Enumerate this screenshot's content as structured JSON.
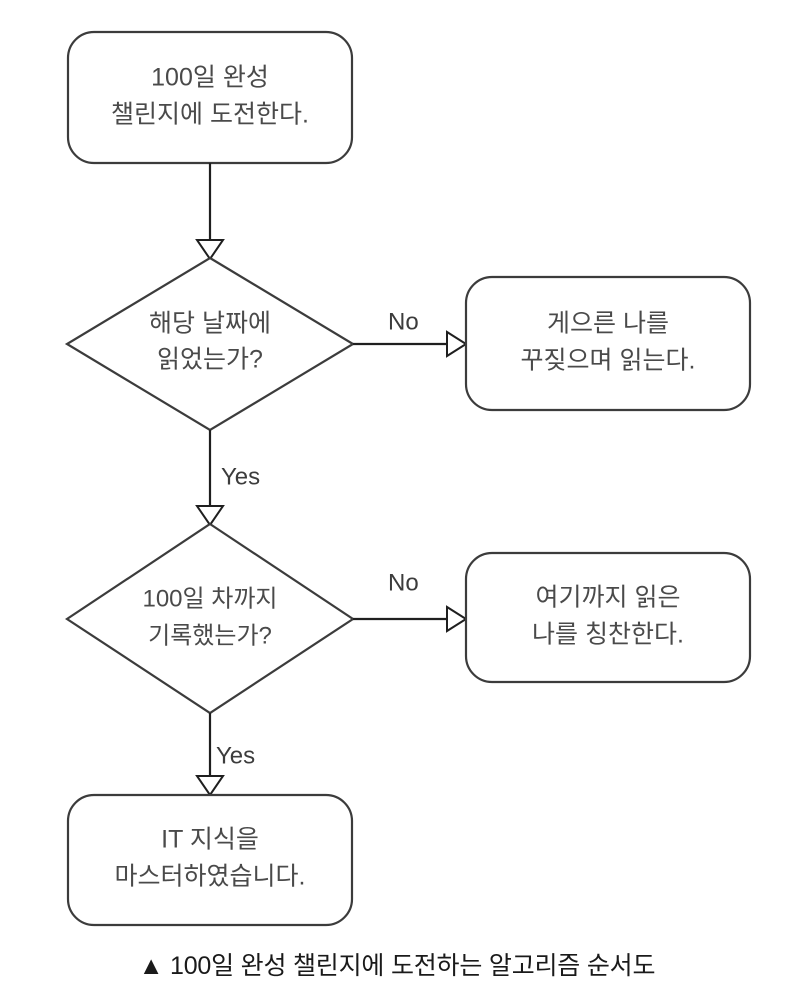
{
  "diagram": {
    "type": "flowchart",
    "caption": "▲ 100일 완성 챌린지에 도전하는 알고리즘 순서도",
    "nodes": [
      {
        "id": "start",
        "shape": "rounded-rectangle",
        "line1": "100일 완성",
        "line2": "챌린지에 도전한다."
      },
      {
        "id": "decision-read",
        "shape": "diamond",
        "line1": "해당 날짜에",
        "line2": "읽었는가?"
      },
      {
        "id": "action-scold",
        "shape": "rounded-rectangle",
        "line1": "게으른 나를",
        "line2": "꾸짖으며 읽는다."
      },
      {
        "id": "decision-record",
        "shape": "diamond",
        "line1": "100일 차까지",
        "line2": "기록했는가?"
      },
      {
        "id": "action-praise",
        "shape": "rounded-rectangle",
        "line1": "여기까지 읽은",
        "line2": "나를 칭찬한다."
      },
      {
        "id": "end-master",
        "shape": "rounded-rectangle",
        "line1": "IT 지식을",
        "line2": "마스터하였습니다."
      }
    ],
    "edges": [
      {
        "id": "start-to-decision-read",
        "from": "start",
        "to": "decision-read",
        "label": ""
      },
      {
        "id": "decision-read-no",
        "from": "decision-read",
        "to": "action-scold",
        "label": "No"
      },
      {
        "id": "decision-read-yes",
        "from": "decision-read",
        "to": "decision-record",
        "label": "Yes"
      },
      {
        "id": "decision-record-no",
        "from": "decision-record",
        "to": "action-praise",
        "label": "No"
      },
      {
        "id": "decision-record-yes",
        "from": "decision-record",
        "to": "end-master",
        "label": "Yes"
      }
    ],
    "colors": {
      "background": "#ffffff",
      "shape_stroke": "#3c3c3c",
      "connector_stroke": "#1f1f1f",
      "node_text": "#4a4a4a",
      "edge_label_text": "#3c3c3c",
      "caption_text": "#1a1a1a"
    }
  }
}
